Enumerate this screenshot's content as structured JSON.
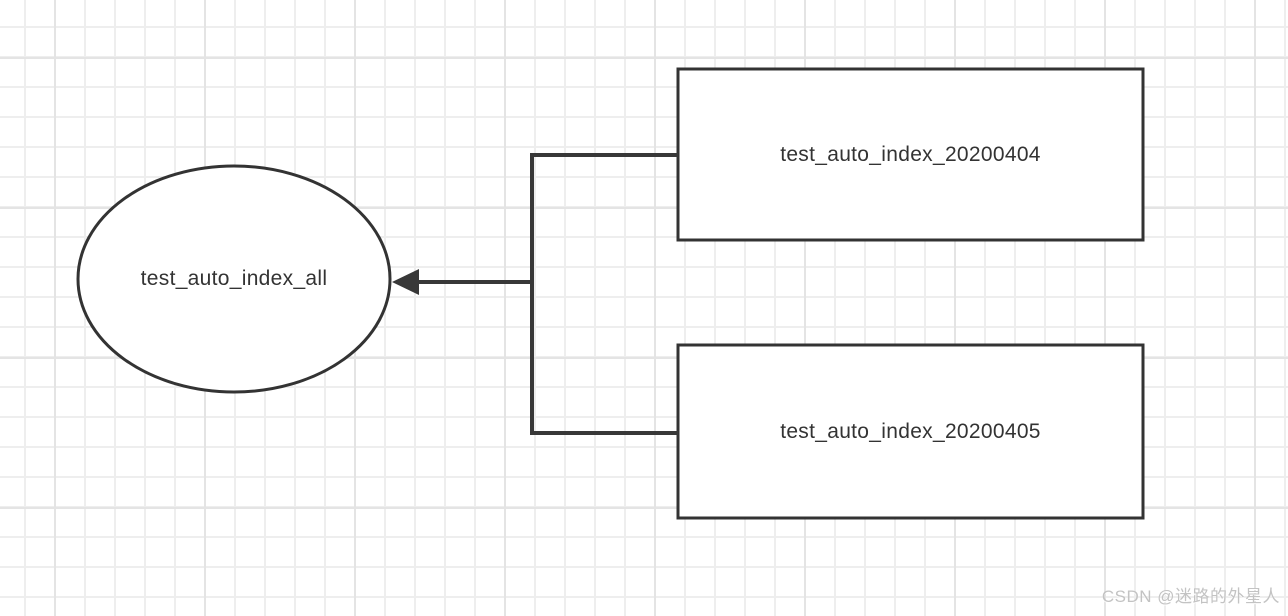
{
  "diagram": {
    "nodes": [
      {
        "id": "all",
        "shape": "ellipse",
        "label": "test_auto_index_all"
      },
      {
        "id": "20200404",
        "shape": "rectangle",
        "label": "test_auto_index_20200404"
      },
      {
        "id": "20200405",
        "shape": "rectangle",
        "label": "test_auto_index_20200405"
      }
    ],
    "edges": [
      {
        "from": "test_auto_index_20200404",
        "to": "test_auto_index_all",
        "arrow": "target"
      },
      {
        "from": "test_auto_index_20200405",
        "to": "test_auto_index_all",
        "arrow": "target"
      }
    ],
    "colors": {
      "shape_stroke": "#333333",
      "shape_fill": "#ffffff",
      "edge_stroke": "#383838",
      "label_text": "#333333",
      "grid_minor": "#eeeeee",
      "grid_major": "#e4e4e4",
      "background": "#ffffff",
      "watermark_text": "#c3c3c3"
    }
  },
  "watermark": {
    "text": "CSDN @迷路的外星人"
  }
}
